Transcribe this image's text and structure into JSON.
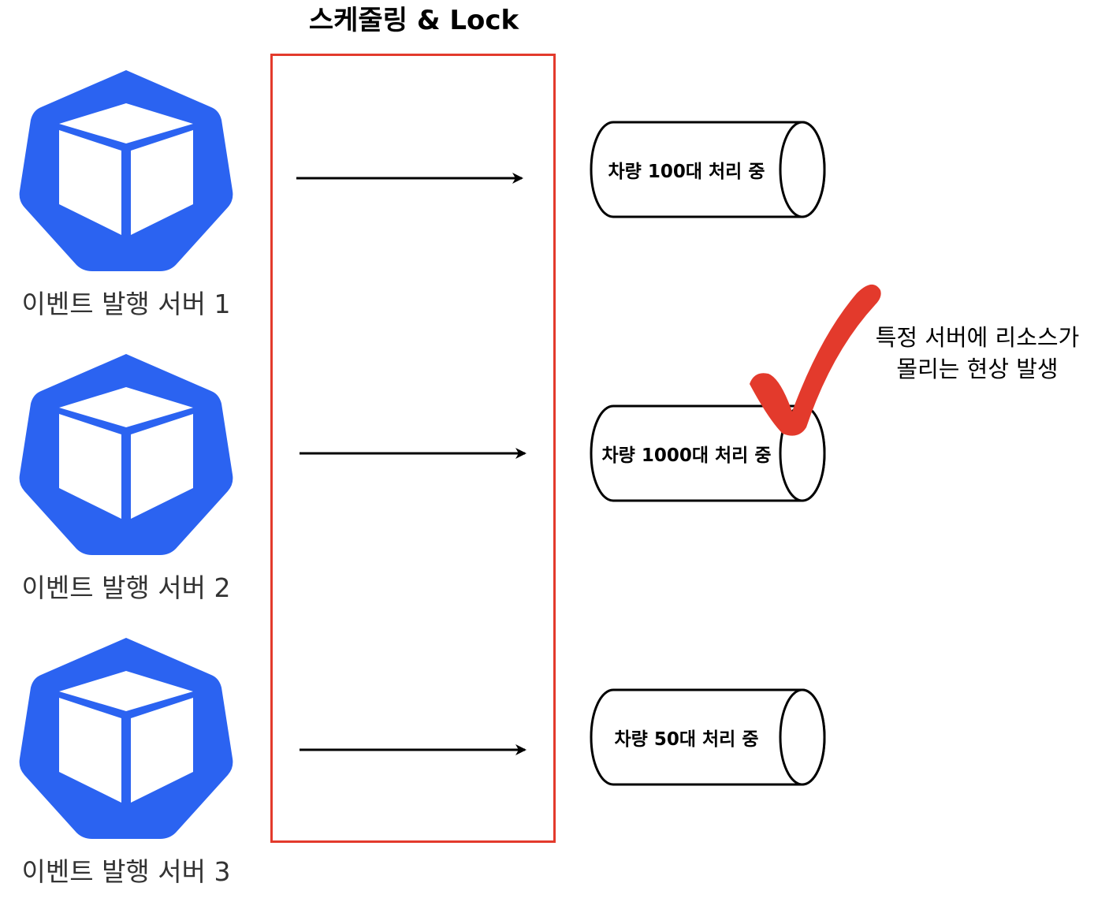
{
  "title": "스케줄링 & Lock",
  "colors": {
    "server_icon": "#2b63f1",
    "lock_box_border": "#e33a2c",
    "checkmark": "#e33a2c"
  },
  "servers": [
    {
      "label": "이벤트 발행 서버 1",
      "icon": "kubernetes-pod-icon"
    },
    {
      "label": "이벤트 발행 서버 2",
      "icon": "kubernetes-pod-icon"
    },
    {
      "label": "이벤트 발행 서버 3",
      "icon": "kubernetes-pod-icon"
    }
  ],
  "queues": [
    {
      "label": "차량 100대 처리 중"
    },
    {
      "label": "차량 1000대 처리 중"
    },
    {
      "label": "차량 50대 처리 중"
    }
  ],
  "checkmark_icon": "checkmark-icon",
  "note": {
    "line1": "특정 서버에 리소스가",
    "line2": "몰리는 현상 발생"
  }
}
